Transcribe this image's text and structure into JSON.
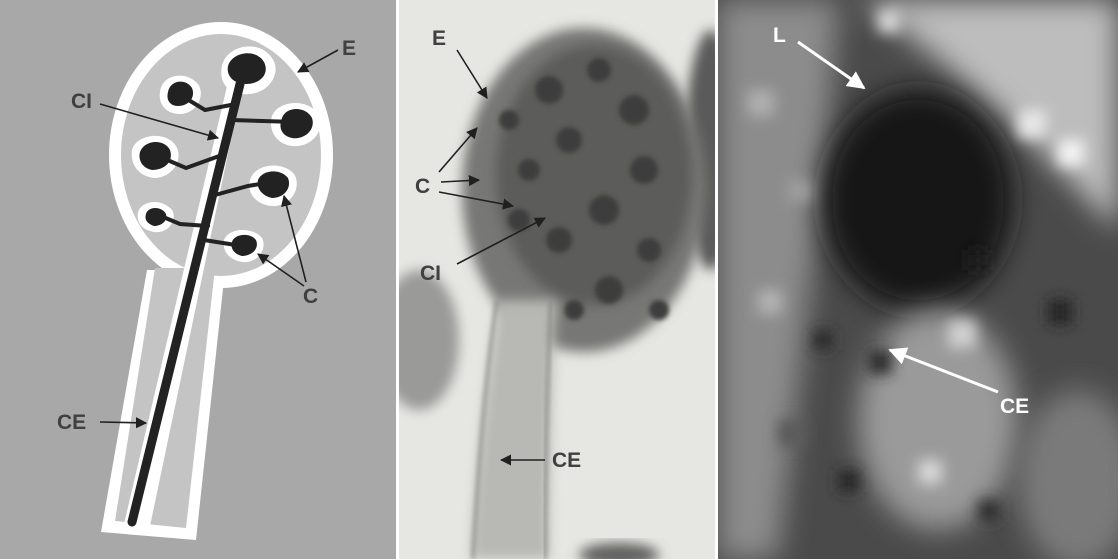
{
  "panels": {
    "schematic": {
      "labels": {
        "e": "E",
        "ci": "CI",
        "c": "C",
        "ce": "CE"
      },
      "colors": {
        "background": "#a8a8a8",
        "outline": "#ffffff",
        "fill": "#c4c4c4",
        "core": "#222222"
      }
    },
    "micrograph": {
      "labels": {
        "e": "E",
        "c": "C",
        "ci": "CI",
        "ce": "CE"
      },
      "colors": {
        "background": "#e6e6e2",
        "structure": "#5a5a5a"
      }
    },
    "detail": {
      "labels": {
        "l": "L",
        "ce": "CE"
      },
      "colors": {
        "background": "#3a3a3a",
        "arrow": "#ffffff"
      }
    }
  }
}
